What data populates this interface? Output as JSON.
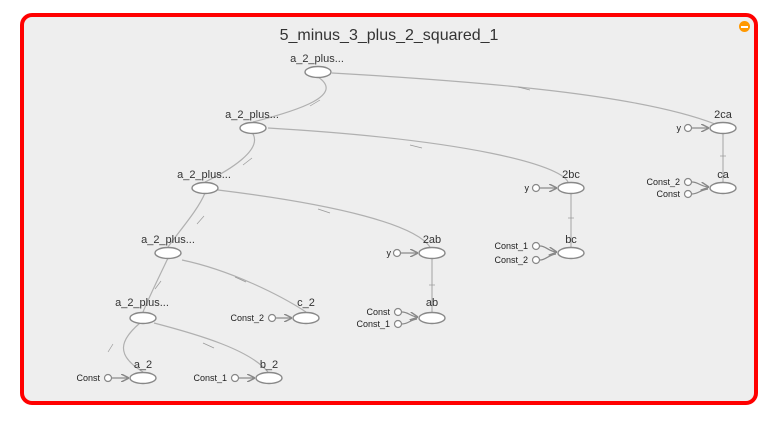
{
  "graph": {
    "title": "5_minus_3_plus_2_squared_1",
    "colors": {
      "border": "#ff0000",
      "background": "#eeeeee",
      "collapse": "#ff9800"
    },
    "nodes": {
      "n1": "a_2_plus...",
      "n2": "a_2_plus...",
      "n3": "a_2_plus...",
      "n4": "a_2_plus...",
      "n5": "a_2_plus...",
      "a2": "a_2",
      "b2": "b_2",
      "c2": "c_2",
      "ab": "ab",
      "ab2": "2ab",
      "bc": "bc",
      "bc2": "2bc",
      "ca": "ca",
      "ca2": "2ca"
    },
    "inputs": {
      "a2_const": "Const",
      "b2_const1": "Const_1",
      "c2_const2": "Const_2",
      "ab_const": "Const",
      "ab_const1": "Const_1",
      "ab2_y": "y",
      "bc_const1": "Const_1",
      "bc_const2": "Const_2",
      "bc2_y": "y",
      "ca_const2": "Const_2",
      "ca_const": "Const",
      "ca2_y": "y"
    }
  }
}
